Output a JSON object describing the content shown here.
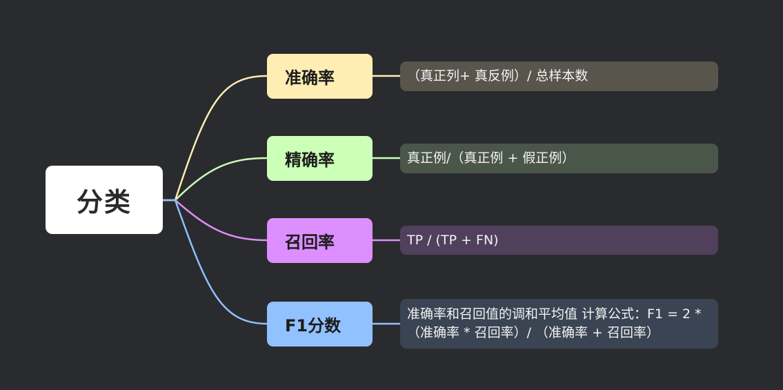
{
  "root": {
    "label": "分类"
  },
  "colors": {
    "background": "#2a2b2e",
    "root_fill": "#ffffff"
  },
  "branches": [
    {
      "id": "accuracy",
      "label": "准确率",
      "color": "#ffeeb3",
      "leaf": {
        "text": "（真正列+ 真反例）/ 总样本数",
        "fill": "#58554d"
      }
    },
    {
      "id": "precision",
      "label": "精确率",
      "color": "#ccffb8",
      "leaf": {
        "text": "真正例/（真正例 + 假正例）",
        "fill": "#4b564a"
      }
    },
    {
      "id": "recall",
      "label": "召回率",
      "color": "#dd8eff",
      "leaf": {
        "text": "TP / (TP + FN)",
        "fill": "#50405c"
      }
    },
    {
      "id": "f1",
      "label": "F1分数",
      "color": "#91c1ff",
      "leaf": {
        "text": "准确率和召回值的调和平均值 计算公式：F1 = 2 * （准确率 * 召回率）/ （准确率 + 召回率）",
        "fill": "#3b4453"
      }
    }
  ]
}
